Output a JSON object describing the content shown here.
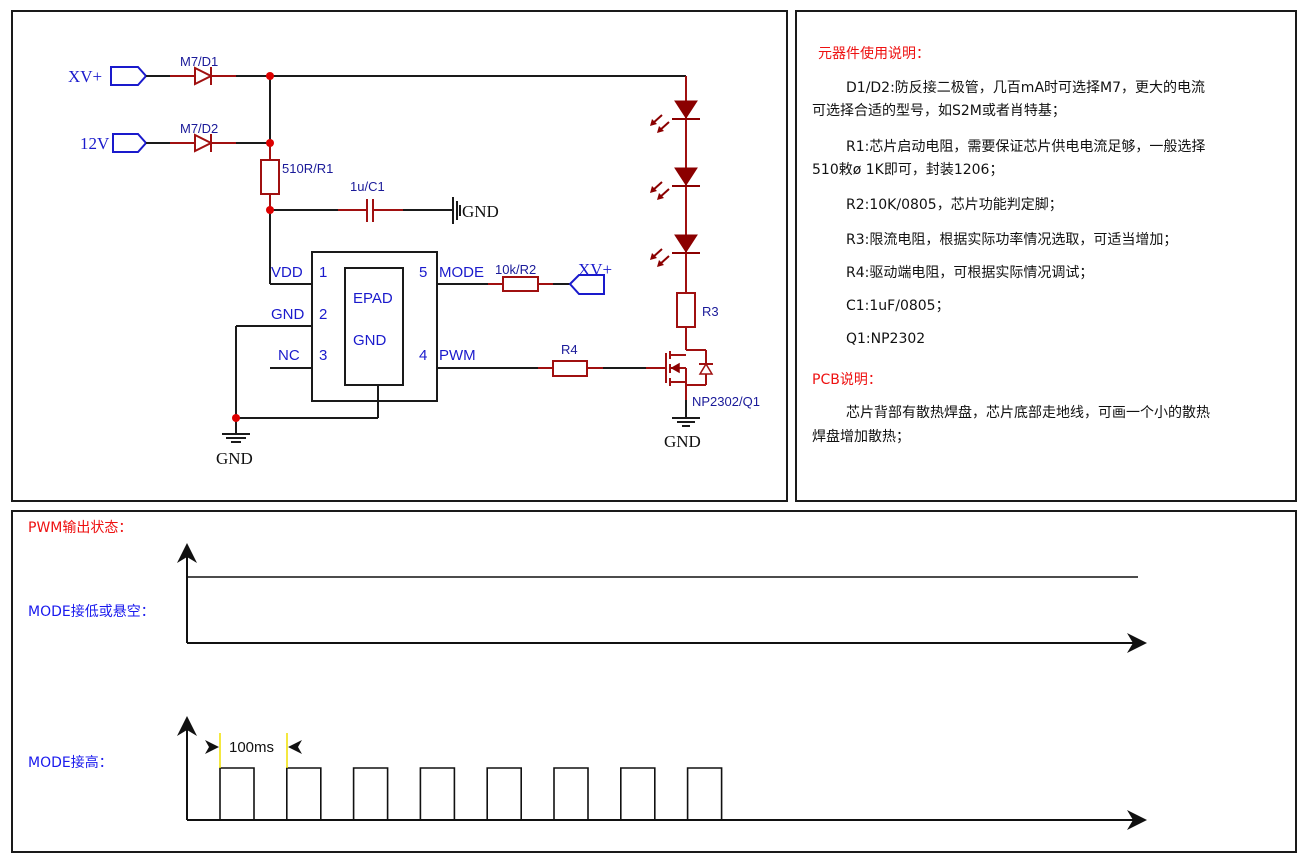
{
  "schematic": {
    "ports": {
      "xv_in": "XV+",
      "v12_in": "12V",
      "xv_mode": "XV+"
    },
    "labels": {
      "d1": "M7/D1",
      "d2": "M7/D2",
      "r1": "510R/R1",
      "c1": "1u/C1",
      "r2": "10k/R2",
      "r3": "R3",
      "r4": "R4",
      "q1": "NP2302/Q1",
      "gnd": "GND"
    },
    "chip": {
      "pad_top": "EPAD",
      "pad_bottom": "GND",
      "pins": [
        {
          "num": "1",
          "name": "VDD"
        },
        {
          "num": "2",
          "name": "GND"
        },
        {
          "num": "3",
          "name": "NC"
        },
        {
          "num": "4",
          "name": "PWM"
        },
        {
          "num": "5",
          "name": "MODE"
        }
      ]
    },
    "led_count": 3,
    "colors": {
      "wire": "#1a1a1a",
      "component": "#a01010",
      "junction": "#dd0000",
      "net_label": "#1a1acc"
    }
  },
  "notes": {
    "components_title": "元器件使用说明：",
    "lines": [
      "D1/D2:防反接二极管，几百mA时可选择M7，更大的电流",
      "可选择合适的型号，如S2M或者肖特基；",
      "R1:芯片启动电阻，需要保证芯片供电电流足够，一般选择",
      "510敕ø 1K即可，封装1206；",
      "R2:10K/0805，芯片功能判定脚；",
      "R3:限流电阻，根据实际功率情况选取，可适当增加；",
      "R4:驱动端电阻，可根据实际情况调试；",
      "C1:1uF/0805；",
      "Q1:NP2302"
    ],
    "pcb_title": "PCB说明：",
    "pcb_lines": [
      "芯片背部有散热焊盘，芯片底部走地线，可画一个小的散热",
      "焊盘增加散热；"
    ]
  },
  "waveforms": {
    "title": "PWM输出状态：",
    "mode_low_label": "MODE接低或悬空：",
    "mode_high_label": "MODE接高：",
    "period_label": "100ms",
    "mode_low_state": "constant-high",
    "mode_high_pulse_count": 8,
    "period_ms": 100,
    "colors": {
      "title": "#ee1111",
      "label": "#1a1aee",
      "marker": "#f0e000"
    }
  }
}
